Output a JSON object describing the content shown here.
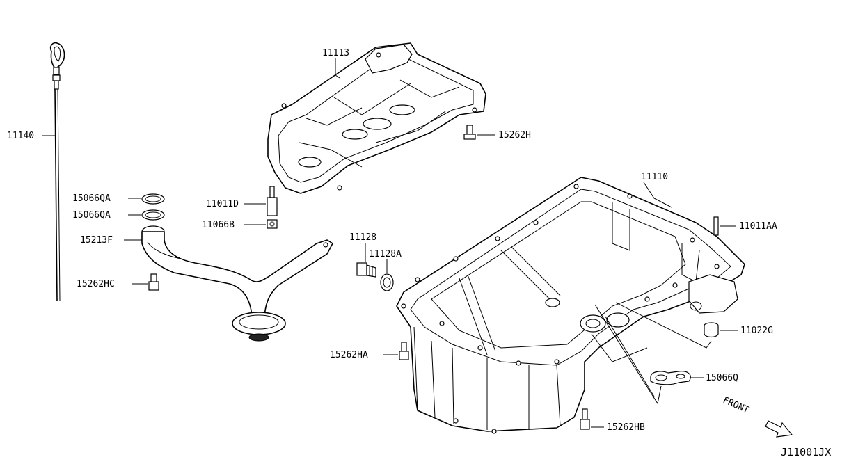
{
  "labels": {
    "p11140": "11140",
    "p11113": "11113",
    "p15262H": "15262H",
    "p15066QA_1": "15066QA",
    "p15066QA_2": "15066QA",
    "p11011D": "11011D",
    "p11066B": "11066B",
    "p15213F": "15213F",
    "p15262HC": "15262HC",
    "p11128": "11128",
    "p11128A": "11128A",
    "p11110": "11110",
    "p11011AA": "11011AA",
    "p11022G": "11022G",
    "p15262HA": "15262HA",
    "p15066Q": "15066Q",
    "p15262HB": "15262HB",
    "front": "FRONT",
    "drawing_code": "J11001JX"
  }
}
